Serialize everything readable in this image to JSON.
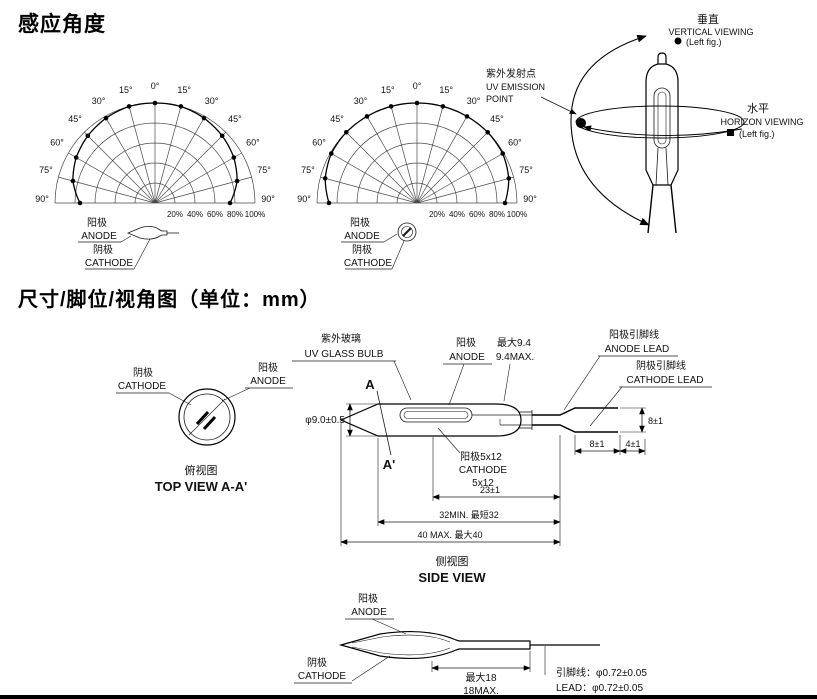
{
  "titles": {
    "section1": "感应角度",
    "section2": "尺寸/脚位/视角图（单位：mm）"
  },
  "polar_charts": {
    "type": "polar",
    "angles_deg": [
      -90,
      -75,
      -60,
      -45,
      -30,
      -15,
      0,
      15,
      30,
      45,
      60,
      75,
      90
    ],
    "left_values_pct": [
      75,
      85,
      91,
      95,
      98,
      100,
      100,
      100,
      98,
      95,
      91,
      85,
      75
    ],
    "right_values_pct": [
      88,
      95,
      99,
      100,
      100,
      100,
      100,
      100,
      100,
      100,
      99,
      95,
      88
    ],
    "angle_tick_labels": [
      "90°",
      "75°",
      "60°",
      "45°",
      "30°",
      "15°",
      "0°",
      "15°",
      "30°",
      "45°",
      "60°",
      "75°",
      "90°"
    ],
    "radial_tick_labels": [
      "20%",
      "40%",
      "60%",
      "80%",
      "100%"
    ]
  },
  "polar_legend": {
    "anode_cn": "阳极",
    "anode_en": "ANODE",
    "cathode_cn": "阴极",
    "cathode_en": "CATHODE"
  },
  "viewing": {
    "vertical_cn": "垂直",
    "vertical_en": "VERTICAL  VIEWING",
    "vertical_fig": "(Left fig.)",
    "uv_point_cn": "紫外发射点",
    "uv_point_en1": "UV EMISSION",
    "uv_point_en2": "POINT",
    "horizon_cn": "水平",
    "horizon_en": "HORIZON  VIEWING",
    "horizon_fig": "(Left fig.)"
  },
  "top_view": {
    "cathode_cn": "阴极",
    "cathode_en": "CATHODE",
    "anode_cn": "阳极",
    "anode_en": "ANODE",
    "caption_cn": "俯视图",
    "caption_en": "TOP VIEW  A-A'"
  },
  "main_view": {
    "glass_cn": "紫外玻璃",
    "glass_en": "UV GLASS BULB",
    "anode_cn": "阳极",
    "anode_en": "ANODE",
    "max94_cn": "最大9.4",
    "max94_en": "9.4MAX.",
    "anode_lead_cn": "阳极引脚线",
    "anode_lead_en": "ANODE LEAD",
    "cathode_lead_cn": "阴极引脚线",
    "cathode_lead_en": "CATHODE LEAD",
    "section_a": "A",
    "section_a_prime": "A'",
    "dia": "φ9.0±0.5",
    "lead_gap": "8±1",
    "lead_len1": "8±1",
    "lead_len2": "4±1",
    "anode_size_cn": "阳极5x12",
    "anode_size_en1": "CATHODE",
    "anode_size_en2": "5x12",
    "dim23": "23±1",
    "dim32": "32MIN. 最短32",
    "dim40": "40 MAX.  最大40",
    "caption_cn": "侧视图",
    "caption_en": "SIDE VIEW"
  },
  "side_view": {
    "anode_cn": "阳极",
    "anode_en": "ANODE",
    "cathode_cn": "阴极",
    "cathode_en": "CATHODE",
    "max18_cn": "最大18",
    "max18_en": "18MAX.",
    "lead_cn": "引脚线：φ0.72±0.05",
    "lead_en": "LEAD：φ0.72±0.05"
  }
}
